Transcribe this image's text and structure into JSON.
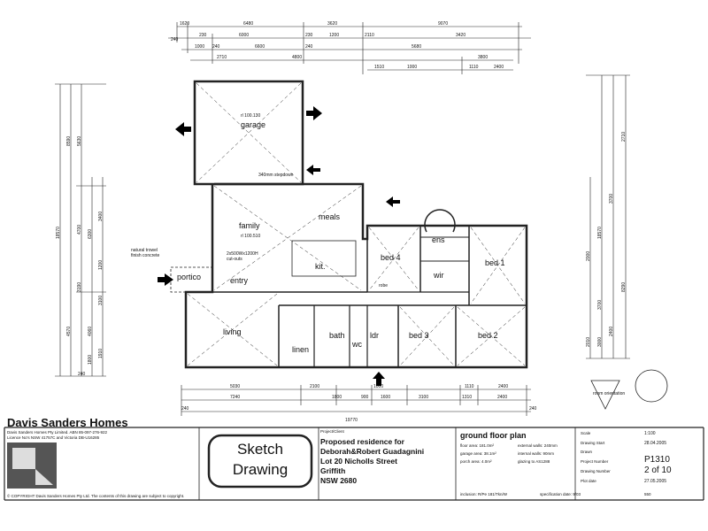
{
  "rooms": {
    "garage": "garage",
    "family": "family",
    "meals": "meals",
    "kit": "kit.",
    "entry": "entry",
    "portico": "portico",
    "living": "living",
    "linen": "linen",
    "bath": "bath",
    "wc": "wc",
    "ldr": "ldr",
    "bed4": "bed 4",
    "bed1": "bed 1",
    "bed2": "bed 2",
    "bed3": "bed 3",
    "ens": "ens",
    "wir": "wir",
    "robe": "robe"
  },
  "levels": {
    "garage": "rl 100.130",
    "family": "rl 100.510"
  },
  "notes": {
    "natural_trowel": "natural trowel",
    "finish_concrete": "finish concrete",
    "stepdown": "340mm stepdown",
    "window": "2x500Wx1200H",
    "cut_outs": "cut-outs",
    "room_orientation": "room orientation"
  },
  "top_dims": {
    "r1": [
      "1620",
      "6480",
      "3620",
      "9070"
    ],
    "r2": [
      "240",
      "230",
      "6000",
      "230",
      "1200",
      "2110",
      "3420"
    ],
    "r3": [
      "1000",
      "240",
      "6600",
      "240",
      "5680"
    ],
    "r4": [
      "2710",
      "4800",
      "3800"
    ],
    "r5": [
      "1510",
      "1000",
      "1110",
      "2400"
    ]
  },
  "bottom_dims": {
    "r1": [
      "5030",
      "2100",
      "1000",
      "1110",
      "2400"
    ],
    "r2": [
      "7240",
      "1800",
      "900",
      "1600",
      "3100",
      "1310",
      "2400"
    ],
    "r3": [
      "240",
      "240"
    ],
    "total": "19770"
  },
  "left_dims": [
    "8590",
    "5630",
    "18570",
    "4700",
    "3400",
    "6300",
    "1200",
    "4570",
    "3190",
    "4060",
    "3100",
    "1910",
    "1800",
    "240"
  ],
  "right_dims": [
    "2710",
    "3700",
    "18570",
    "8290",
    "2000",
    "3700",
    "2010",
    "3000",
    "2400"
  ],
  "title_block": {
    "company": "Davis Sanders Homes",
    "company_detail": "Davis Sanders Homes Pty Limited.  ABN 85-097-276-922",
    "licence": "Licence No's NSW 41757C and Victoria DB-U16285",
    "copyright": "© COPYRIGHT  Davis Sanders Homes Pty Ltd. The contents of this drawing are subject to copyright.",
    "stamp_line1": "Sketch",
    "stamp_line2": "Drawing",
    "project_label": "Project/Client",
    "project": [
      "Proposed residence for",
      "Deborah&Robert Guadagnini",
      "Lot 20   Nicholls Street",
      "Griffith",
      "NSW   2680"
    ],
    "plan_title": "ground floor plan",
    "specs": [
      "floor area: 181.0m²",
      "external walls: 240mm",
      "garage area: 38.1m²",
      "internal walls: 90mm",
      "porch area: 4.0m²",
      "glazing to AS1288"
    ],
    "inclusion": "inclusion: R/Pe 181/Tkn/W",
    "spec_date": "specification date: 9/03",
    "code": "550",
    "labels": [
      "Scale",
      "Drawing Start",
      "Drawn",
      "Project Number",
      "Drawing Number",
      "Plot date"
    ],
    "values": [
      "1:100",
      "28.04.2005",
      "P1310",
      "2 of 10",
      "27.05.2005"
    ]
  }
}
